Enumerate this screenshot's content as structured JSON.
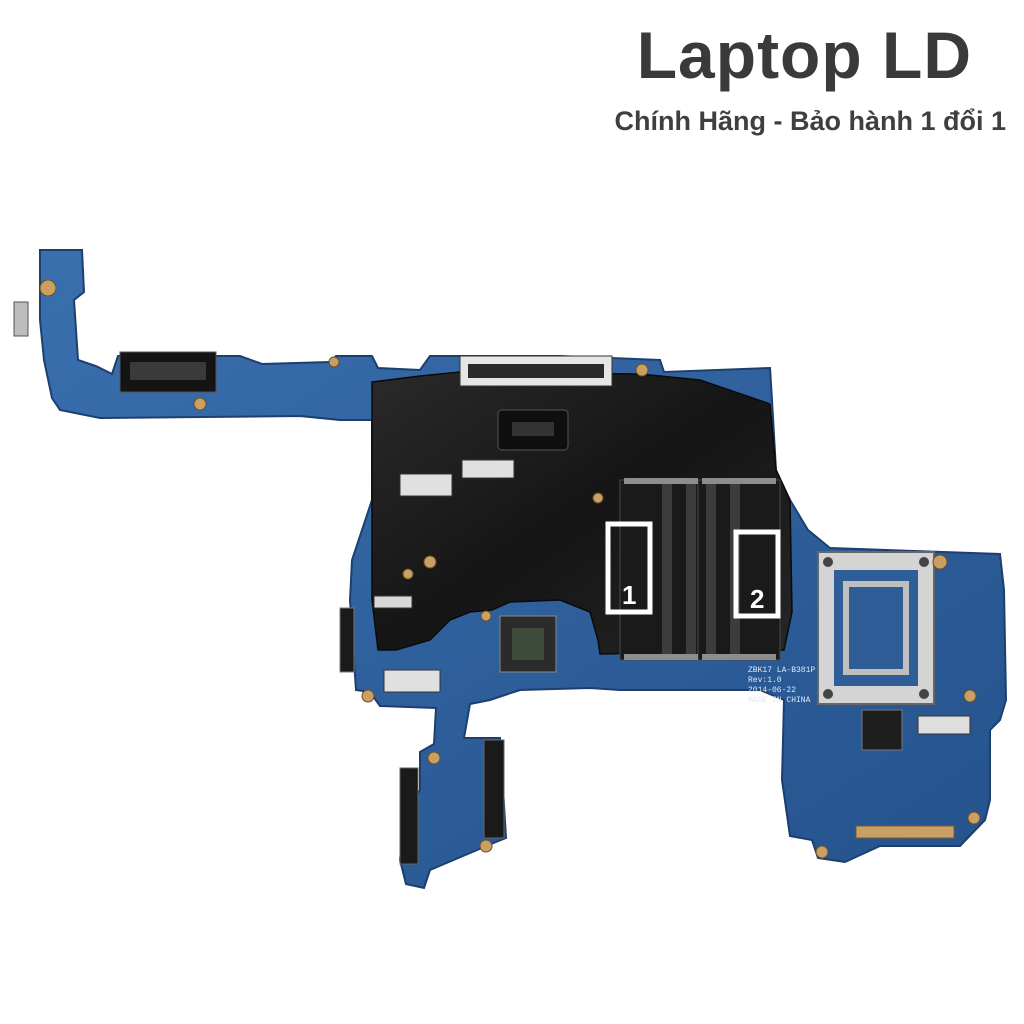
{
  "header": {
    "title": "Laptop LD",
    "subtitle": "Chính Hãng - Bảo hành 1 đổi 1"
  },
  "board": {
    "slot_labels": [
      "1",
      "2"
    ],
    "silk_text": [
      "ZBK17 LA-B381P",
      "Rev:1.0",
      "2014-06-22",
      "MADE IN CHINA"
    ],
    "colors": {
      "pcb": "#2e5f9c",
      "pcb_dark": "#1f4778",
      "shield": "#1d1d1d",
      "contact": "#c9a063",
      "socket": "#d9d9d9"
    }
  }
}
